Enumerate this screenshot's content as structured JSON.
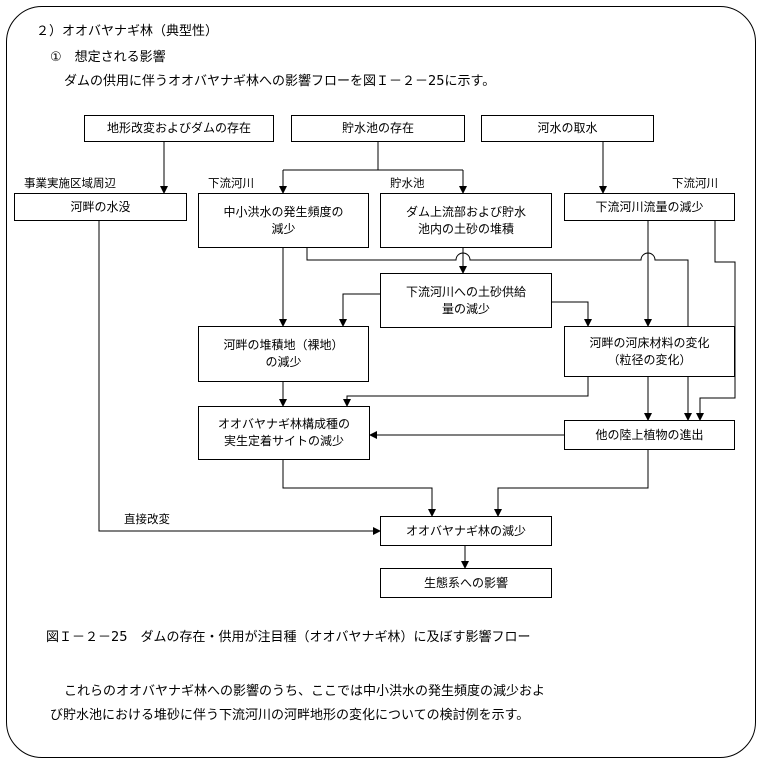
{
  "section": {
    "heading": "２）オオバヤナギ林（典型性）",
    "subheading": "①　想定される影響",
    "intro": "ダムの供用に伴うオオバヤナギ林への影響フローを図Ｉ－２－25に示す。"
  },
  "diagram": {
    "labels": {
      "project_area": "事業実施区域周辺",
      "downstream_left": "下流河川",
      "reservoir": "貯水池",
      "downstream_right": "下流河川",
      "direct_change": "直接改変"
    },
    "nodes": {
      "terrain": "地形改変およびダムの存在",
      "reservoir_exist": "貯水池の存在",
      "water_intake": "河水の取水",
      "submersion": "河畔の水没",
      "flood_freq": "中小洪水の発生頻度の\n減少",
      "sediment_dep": "ダム上流部および貯水\n池内の土砂の堆積",
      "flow_decrease": "下流河川流量の減少",
      "sediment_supply": "下流河川への土砂供給\n量の減少",
      "bare_land": "河畔の堆積地（裸地）\nの減少",
      "bed_material": "河畔の河床材料の変化\n（粒径の変化）",
      "seedling_sites": "オオバヤナギ林構成種の\n実生定着サイトの減少",
      "other_plants": "他の陸上植物の進出",
      "forest_decrease": "オオバヤナギ林の減少",
      "ecosystem": "生態系への影響"
    }
  },
  "caption": "図Ｉ－２－25　ダムの存在・供用が注目種（オオバヤナギ林）に及ぼす影響フロー",
  "body": {
    "line1": "これらのオオバヤナギ林への影響のうち、ここでは中小洪水の発生頻度の減少およ",
    "line2": "び貯水池における堆砂に伴う下流河川の河畔地形の変化についての検討例を示す。"
  }
}
